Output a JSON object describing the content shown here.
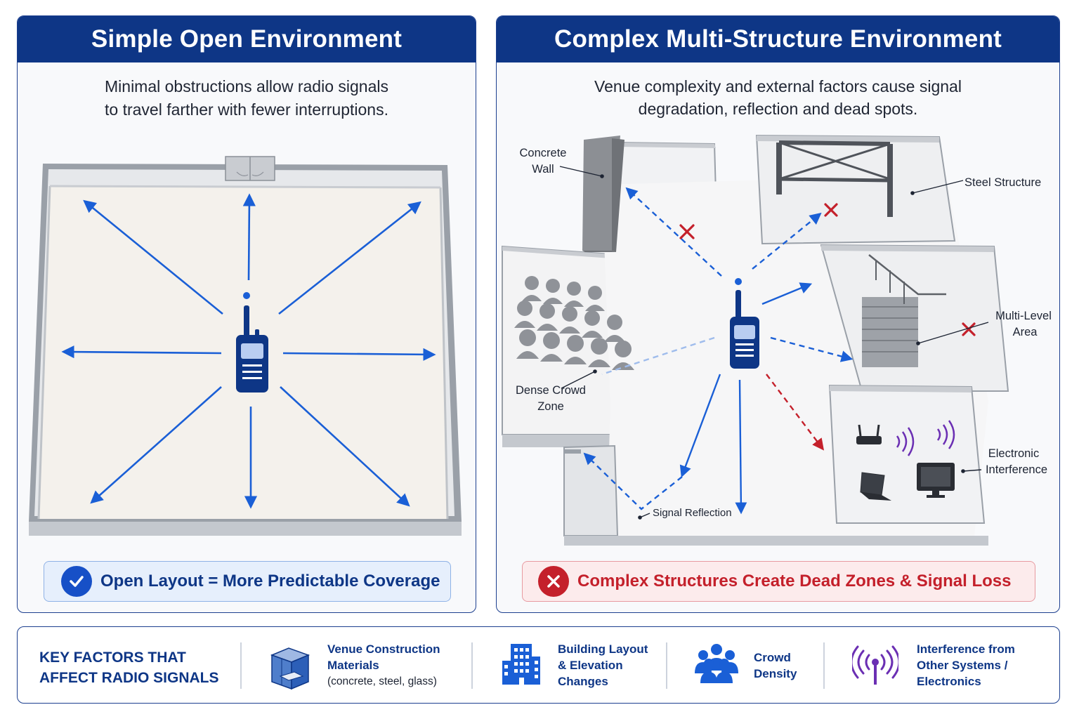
{
  "left_panel": {
    "title": "Simple Open Environment",
    "description_line1": "Minimal obstructions allow radio signals",
    "description_line2": "to travel farther with fewer interruptions.",
    "banner_text": "Open Layout = More Predictable Coverage",
    "banner_icon": "check-circle-icon"
  },
  "right_panel": {
    "title": "Complex Multi-Structure Environment",
    "description_line1": "Venue complexity and external factors cause signal",
    "description_line2": "degradation, reflection and dead spots.",
    "labels": {
      "concrete_wall_1": "Concrete",
      "concrete_wall_2": "Wall",
      "steel_structure": "Steel Structure",
      "multi_level_1": "Multi-Level",
      "multi_level_2": "Area",
      "dense_crowd_1": "Dense Crowd",
      "dense_crowd_2": "Zone",
      "electronic_1": "Electronic",
      "electronic_2": "Interference",
      "signal_reflection": "Signal Reflection"
    },
    "banner_text": "Complex Structures Create Dead Zones & Signal Loss",
    "banner_icon": "x-circle-icon"
  },
  "key_factors": {
    "title_line1": "KEY FACTORS THAT",
    "title_line2": "AFFECT RADIO SIGNALS",
    "items": [
      {
        "icon": "building-materials-icon",
        "line1": "Venue Construction",
        "line2": "Materials",
        "line3": "(concrete, steel, glass)"
      },
      {
        "icon": "building-icon",
        "line1": "Building Layout",
        "line2": "& Elevation",
        "line3": "Changes"
      },
      {
        "icon": "crowd-icon",
        "line1": "Crowd",
        "line2": "Density"
      },
      {
        "icon": "antenna-icon",
        "line1": "Interference from",
        "line2": "Other Systems /",
        "line3": "Electronics"
      }
    ]
  },
  "colors": {
    "brand_navy": "#0e3686",
    "signal_blue": "#1a5fd6",
    "alert_red": "#c4202b",
    "interference_purple": "#6b2fb3"
  }
}
